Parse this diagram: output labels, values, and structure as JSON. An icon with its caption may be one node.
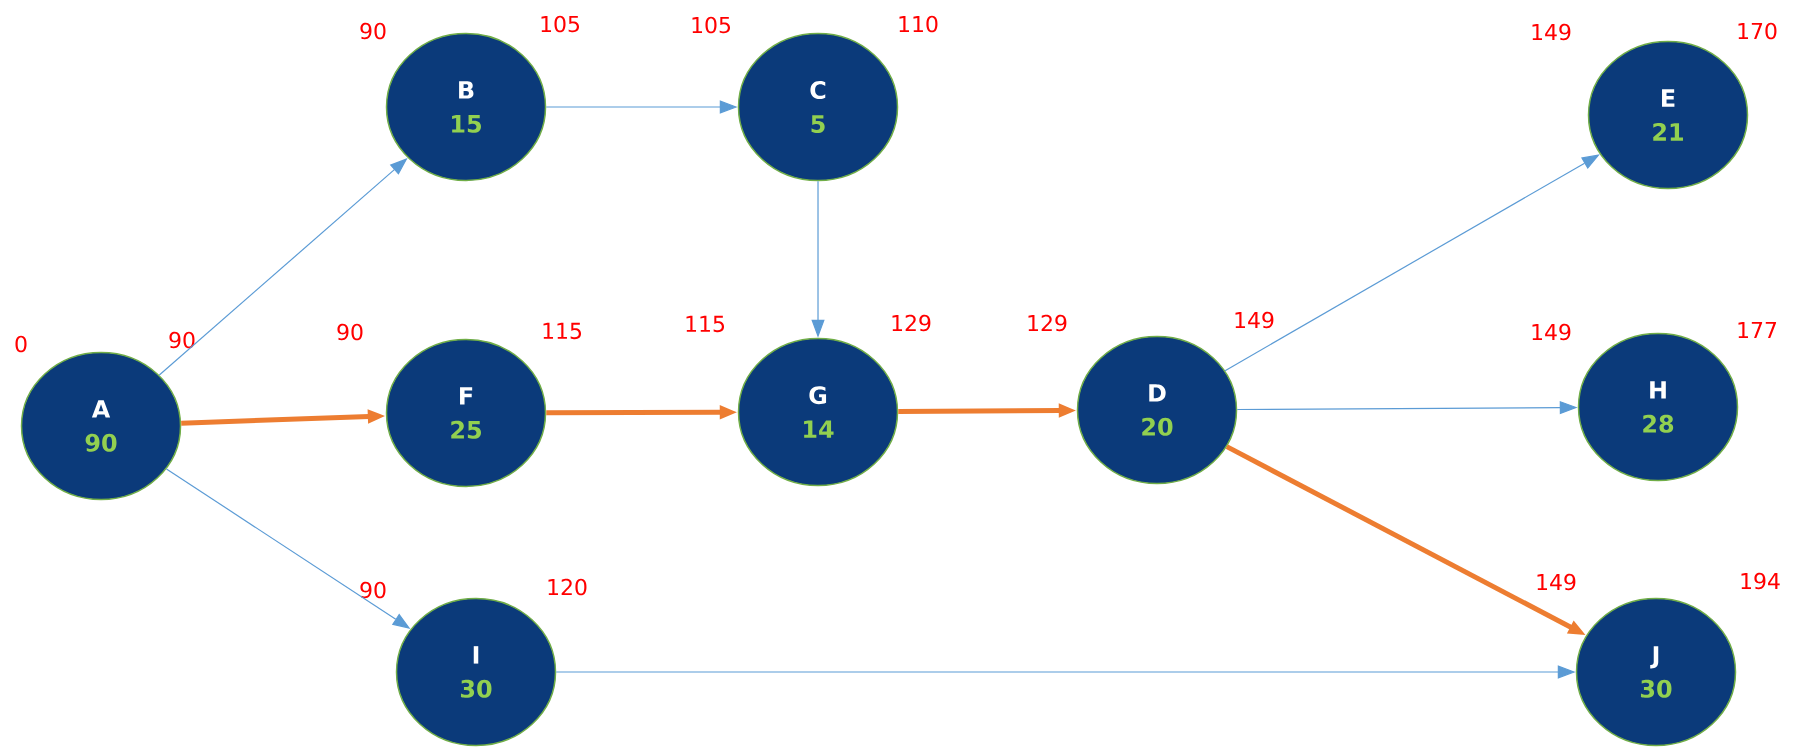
{
  "diagram": {
    "nodes": [
      {
        "text": [
          "A",
          "90"
        ],
        "beside": [
          "0",
          "90"
        ]
      },
      {
        "text": [
          "B",
          "15"
        ],
        "beside": [
          "90",
          "105"
        ]
      },
      {
        "text": [
          "C",
          "5"
        ],
        "beside": [
          "105",
          "110"
        ]
      },
      {
        "text": [
          "F",
          "25"
        ],
        "beside": [
          "90",
          "115"
        ]
      },
      {
        "text": [
          "G",
          "14"
        ],
        "beside": [
          "115",
          "129"
        ]
      },
      {
        "text": [
          "D",
          "20"
        ],
        "beside": [
          "129",
          "149"
        ]
      },
      {
        "text": [
          "E",
          "21"
        ],
        "beside": [
          "149",
          "170"
        ]
      },
      {
        "text": [
          "H",
          "28"
        ],
        "beside": [
          "149",
          "177"
        ]
      },
      {
        "text": [
          "I",
          "30"
        ],
        "beside": [
          "90",
          "120"
        ]
      },
      {
        "text": [
          "J",
          "30"
        ],
        "beside": [
          "149",
          "194"
        ]
      }
    ],
    "edges": [
      {
        "from": 0,
        "to": 1,
        "arrow": "to"
      },
      {
        "from": 0,
        "to": 3,
        "arrow": "to",
        "style": "thick",
        "color": "#ed7d31"
      },
      {
        "from": 0,
        "to": 8,
        "arrow": "to"
      },
      {
        "from": 1,
        "to": 2,
        "arrow": "to"
      },
      {
        "from": 2,
        "to": 4,
        "arrow": "to"
      },
      {
        "from": 3,
        "to": 4,
        "arrow": "to",
        "style": "thick",
        "color": "#ed7d31"
      },
      {
        "from": 4,
        "to": 5,
        "arrow": "to",
        "style": "thick",
        "color": "#ed7d31"
      },
      {
        "from": 5,
        "to": 6,
        "arrow": "to"
      },
      {
        "from": 5,
        "to": 7,
        "arrow": "to"
      },
      {
        "from": 5,
        "to": 9,
        "arrow": "to",
        "style": "thick",
        "color": "#ed7d31"
      },
      {
        "from": 8,
        "to": 9,
        "arrow": "to"
      }
    ]
  }
}
